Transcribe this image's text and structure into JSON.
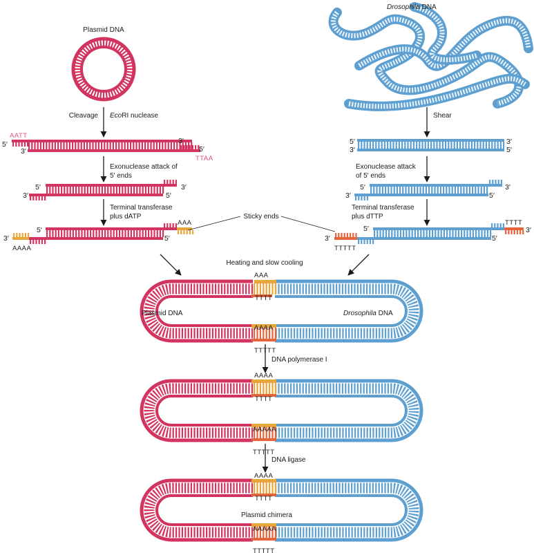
{
  "colors": {
    "plasmid": "#d2335f",
    "drosophila": "#5c9fd0",
    "drosophila_light": "#e6f1fa",
    "overhang_a": "#e8a63a",
    "overhang_t": "#e4643c",
    "site_label": "#e0507a"
  },
  "left": {
    "title": "Plasmid DNA",
    "cleavage": "Cleavage",
    "enzyme_italic": "Eco",
    "enzyme_rest": "RI nuclease",
    "site_top": "AATT",
    "site_bottom": "TTAA",
    "exo_line1": "Exonuclease attack of",
    "exo_line2": "5′ ends",
    "tt_line1": "Terminal transferase",
    "tt_line2": "plus dATP",
    "tail_right": "AAA",
    "tail_left": "AAAA"
  },
  "right": {
    "title_italic": "Drosophila",
    "title_rest": " DNA",
    "shear": "Shear",
    "exo_line1": "Exonuclease attack",
    "exo_line2": "of 5′ ends",
    "tt_line1": "Terminal transferase",
    "tt_line2": "plus dTTP",
    "tail_right": "TTTT",
    "tail_left": "TTTTT"
  },
  "ends": {
    "five": "5′",
    "three": "3′"
  },
  "sticky_ends": "Sticky ends",
  "heating": "Heating and slow cooling",
  "annealed": {
    "left_label": "Plasmid DNA",
    "right_label_italic": "Drosophila",
    "right_label_rest": " DNA",
    "top_a": "AAA",
    "top_t": "TTTT",
    "bottom_a": "AAAA",
    "bottom_t": "TTTTT"
  },
  "polymerase": "DNA polymerase I",
  "filled": {
    "top_a": "AAAA",
    "top_t": "TTTT",
    "bottom_a": "AAAAA",
    "bottom_t": "TTTTT"
  },
  "ligase": "DNA ligase",
  "chimera": {
    "label": "Plasmid chimera",
    "top_a": "AAAA",
    "top_t": "TTTT",
    "bottom_a": "AAAAA",
    "bottom_t": "TTTTT"
  }
}
